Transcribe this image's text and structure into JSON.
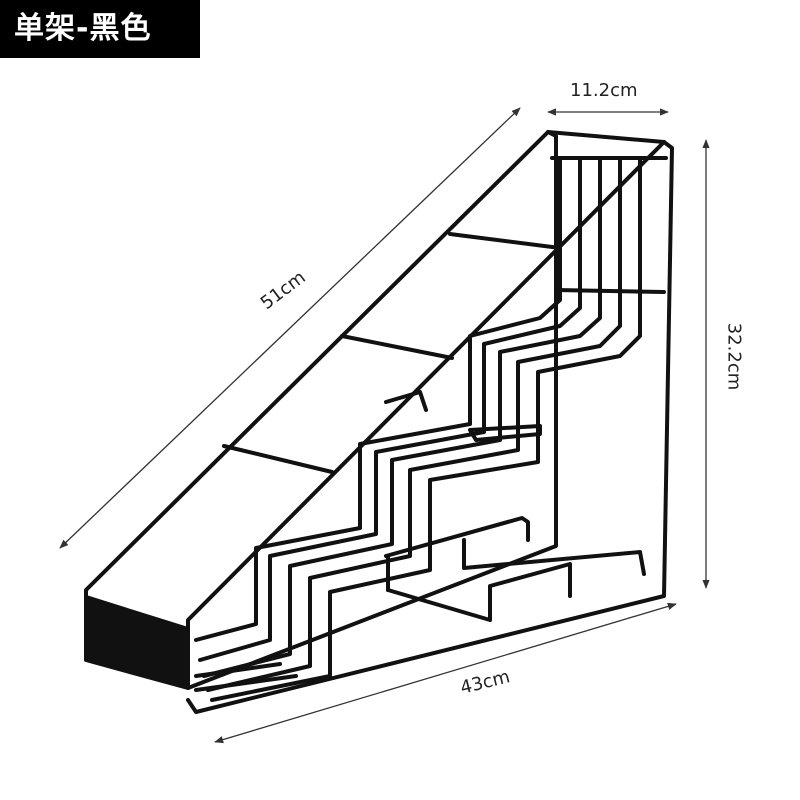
{
  "title": "单架-黑色",
  "dimensions": {
    "width": "11.2cm",
    "length": "51cm",
    "height": "32.2cm",
    "depth": "43cm"
  },
  "colors": {
    "banner_background": "#000000",
    "banner_text": "#ffffff",
    "wire": "#111111",
    "dimension_line": "#333333"
  }
}
